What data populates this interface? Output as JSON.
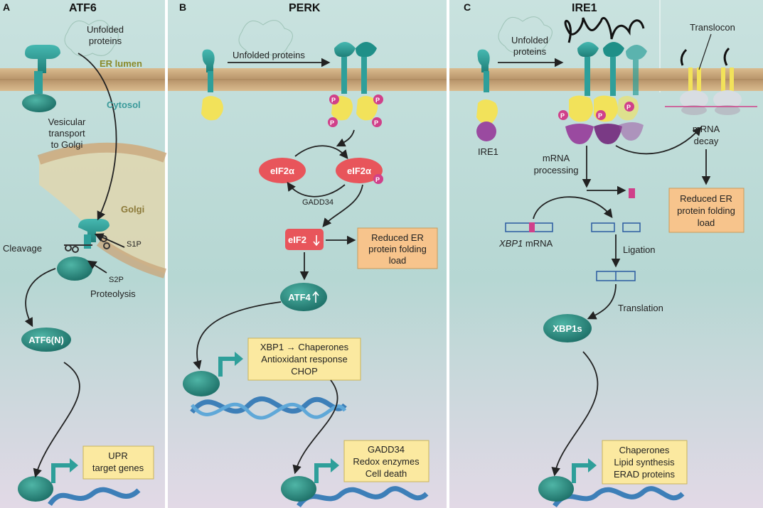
{
  "panels": {
    "a": {
      "letter": "A",
      "title": "ATF6",
      "unfolded": [
        "Unfolded",
        "proteins"
      ],
      "er_lumen": "ER lumen",
      "cytosol": "Cytosol",
      "transport": [
        "Vesicular",
        "transport",
        "to Golgi"
      ],
      "golgi": "Golgi",
      "s1p": "S1P",
      "s2p": "S2P",
      "cleavage": "Cleavage",
      "proteolysis": "Proteolysis",
      "atf6n": "ATF6(N)",
      "targets": [
        "UPR",
        "target genes"
      ]
    },
    "b": {
      "letter": "B",
      "title": "PERK",
      "unfolded": "Unfolded proteins",
      "eif2a_1": "eIF2α",
      "eif2a_2": "eIF2α",
      "gadd34": "GADD34",
      "eif2": "eIF2",
      "reduced": [
        "Reduced ER",
        "protein folding",
        "load"
      ],
      "atf4": "ATF4",
      "genes1": [
        "XBP1 → Chaperones",
        "Antioxidant response",
        "CHOP"
      ],
      "genes2": [
        "GADD34",
        "Redox enzymes",
        "Cell death"
      ]
    },
    "c": {
      "letter": "C",
      "title": "IRE1",
      "unfolded": [
        "Unfolded",
        "proteins"
      ],
      "translocon": "Translocon",
      "ire1": "IRE1",
      "mrna_processing": [
        "mRNA",
        "processing"
      ],
      "mrna_decay": [
        "mRNA",
        "decay"
      ],
      "reduced": [
        "Reduced ER",
        "protein folding",
        "load"
      ],
      "xbp1_mrna_gene": "XBP1",
      "xbp1_mrna_rest": " mRNA",
      "ligation": "Ligation",
      "translation": "Translation",
      "xbp1s": "XBP1s",
      "targets": [
        "Chaperones",
        "Lipid synthesis",
        "ERAD proteins"
      ]
    },
    "p_letter": "P"
  },
  "colors": {
    "panel_top": "#bcd9d6",
    "panel_bottom": "#ded6e3",
    "membrane": "#c9a77d",
    "teal": "#2e9f9a",
    "dark_teal": "#1f7f78",
    "yellow": "#f2e25a",
    "pink": "#d0408a",
    "red": "#e8555b",
    "orange_box": "#f7c48c",
    "yellow_box": "#fbe9a0",
    "purple": "#9a4aa0",
    "dna_blue": "#3d7fb8"
  }
}
